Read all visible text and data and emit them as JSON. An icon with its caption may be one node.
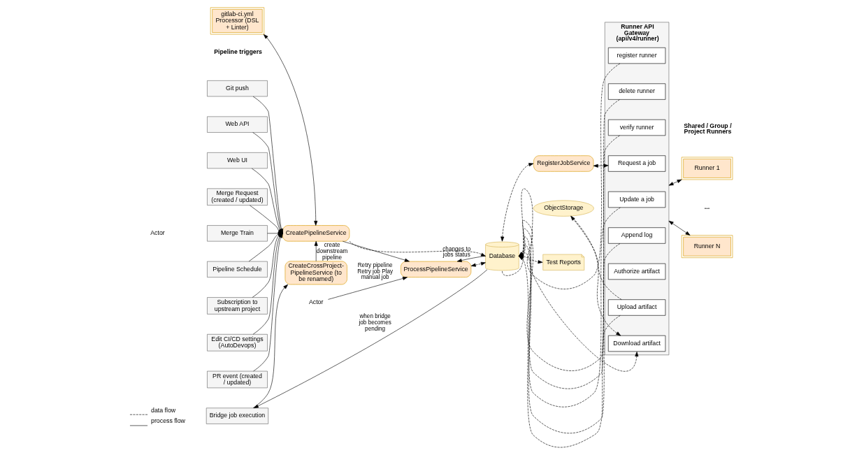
{
  "diagram": {
    "nodes": [
      {
        "text": [
          "Actor"
        ]
      },
      {
        "text": [
          "Git push"
        ]
      },
      {
        "text": [
          "Web API"
        ]
      },
      {
        "text": [
          "Web UI"
        ]
      },
      {
        "text": [
          "Merge Request (created / updated)"
        ]
      },
      {
        "text": [
          "Merge Train"
        ]
      },
      {
        "text": [
          "Pipeline Schedule"
        ]
      },
      {
        "text": [
          "Subscription to upstream project"
        ]
      },
      {
        "text": [
          "Edit CI/CD settings (AutoDevops)"
        ]
      },
      {
        "text": [
          "PR event (created / updated)"
        ]
      },
      {
        "text": [
          "Bridge job execution"
        ]
      },
      {
        "text": [
          "gitlab-ci.yml Processor (DSL + Linter)"
        ]
      },
      {
        "text": [
          "CreatePipelineService"
        ]
      },
      {
        "text": [
          "CreateCrossProject- PipelineService (to be renamed)"
        ]
      },
      {
        "text": [
          "Actor"
        ]
      },
      {
        "text": [
          "ProcessPipelineService"
        ]
      },
      {
        "text": [
          "RegisterJobService"
        ]
      },
      {
        "text": [
          "Database"
        ]
      },
      {
        "text": [
          "Test Reports"
        ]
      },
      {
        "text": [
          "ObjectStorage"
        ]
      },
      {
        "text": [
          "Runner API Gateway (api/v4/runner)"
        ]
      },
      {
        "text": [
          "register runner"
        ],
        "in": 20
      },
      {
        "text": [
          "delete runner"
        ],
        "in": 20
      },
      {
        "text": [
          "verify runner"
        ],
        "in": 20
      },
      {
        "text": [
          "Request a job"
        ],
        "in": 20
      },
      {
        "text": [
          "Update a job"
        ],
        "in": 20
      },
      {
        "text": [
          "Append log"
        ],
        "in": 20
      },
      {
        "text": [
          "Authorize artifact"
        ],
        "in": 20
      },
      {
        "text": [
          "Upload artifact"
        ],
        "in": 20
      },
      {
        "text": [
          "Download artifact"
        ],
        "in": 20
      },
      {
        "text": [
          "Runner 1"
        ]
      },
      {
        "text": [
          "Runner N"
        ]
      }
    ],
    "edges": [
      {
        "from": 1,
        "to": 12,
        "arrow": "to"
      },
      {
        "from": 2,
        "to": 12,
        "arrow": "to"
      },
      {
        "from": 3,
        "to": 12,
        "arrow": "to"
      },
      {
        "from": 4,
        "to": 12,
        "arrow": "to"
      },
      {
        "from": 5,
        "to": 12,
        "arrow": "to"
      },
      {
        "from": 6,
        "to": 12,
        "arrow": "to"
      },
      {
        "from": 7,
        "to": 12,
        "arrow": "to"
      },
      {
        "from": 8,
        "to": 12,
        "arrow": "to"
      },
      {
        "from": 9,
        "to": 12,
        "arrow": "to"
      },
      {
        "from": 10,
        "to": 13,
        "arrow": "to"
      },
      {
        "from": 13,
        "to": 12,
        "arrow": "to",
        "label": "create downstream pipeline"
      },
      {
        "from": 11,
        "to": 12,
        "arrow": "both"
      },
      {
        "from": 12,
        "to": 15,
        "arrow": "to"
      },
      {
        "from": 14,
        "to": 15,
        "arrow": "to",
        "label": "Retry pipeline Retry job Play manual job"
      },
      {
        "from": 17,
        "to": 15,
        "arrow": "to",
        "label": "changes to jobs status"
      },
      {
        "from": 15,
        "to": 17,
        "arrow": "both",
        "style": "dashed"
      },
      {
        "from": 12,
        "to": 17,
        "arrow": "to",
        "style": "dashed"
      },
      {
        "from": 16,
        "to": 17,
        "arrow": "both",
        "style": "dashed"
      },
      {
        "from": 17,
        "to": 10,
        "arrow": "to",
        "label": "when bridge job becomes pending"
      },
      {
        "from": 17,
        "to": 18,
        "arrow": "both",
        "style": "dashed"
      },
      {
        "from": 24,
        "to": 16,
        "arrow": "both"
      },
      {
        "from": 21,
        "to": 17,
        "arrow": "to",
        "style": "dashed"
      },
      {
        "from": 22,
        "to": 17,
        "arrow": "to",
        "style": "dashed"
      },
      {
        "from": 23,
        "to": 17,
        "arrow": "to",
        "style": "dashed"
      },
      {
        "from": 25,
        "to": 17,
        "arrow": "to",
        "style": "dashed"
      },
      {
        "from": 26,
        "to": 17,
        "arrow": "to",
        "style": "dashed"
      },
      {
        "from": 28,
        "to": 17,
        "arrow": "to",
        "style": "dashed"
      },
      {
        "from": 28,
        "to": 19,
        "arrow": "to",
        "style": "dashed"
      },
      {
        "from": 17,
        "to": 29,
        "arrow": "to",
        "style": "dashed"
      },
      {
        "from": 19,
        "to": 29,
        "arrow": "to",
        "style": "dashed"
      },
      {
        "from": 20,
        "to": 30,
        "arrow": "both"
      },
      {
        "from": 20,
        "to": 31,
        "arrow": "both"
      }
    ],
    "labels": [
      "Pipeline triggers",
      "Shared / Group / Project Runners",
      "..."
    ],
    "legend": [
      {
        "text": "data flow"
      },
      {
        "text": "process flow"
      }
    ]
  }
}
